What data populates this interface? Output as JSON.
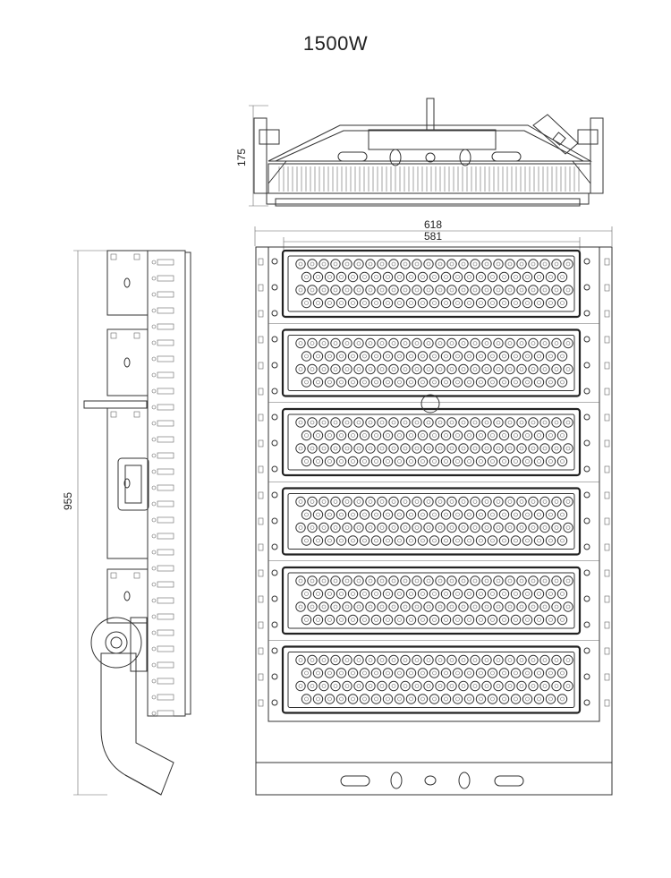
{
  "title": "1500W",
  "dimensions": {
    "height": "175",
    "overall_width": "618",
    "inner_width": "581",
    "length": "955"
  },
  "views": {
    "module_count": 6,
    "led_rows_per_module": 4
  },
  "colors": {
    "line": "#333333",
    "background": "#ffffff"
  }
}
